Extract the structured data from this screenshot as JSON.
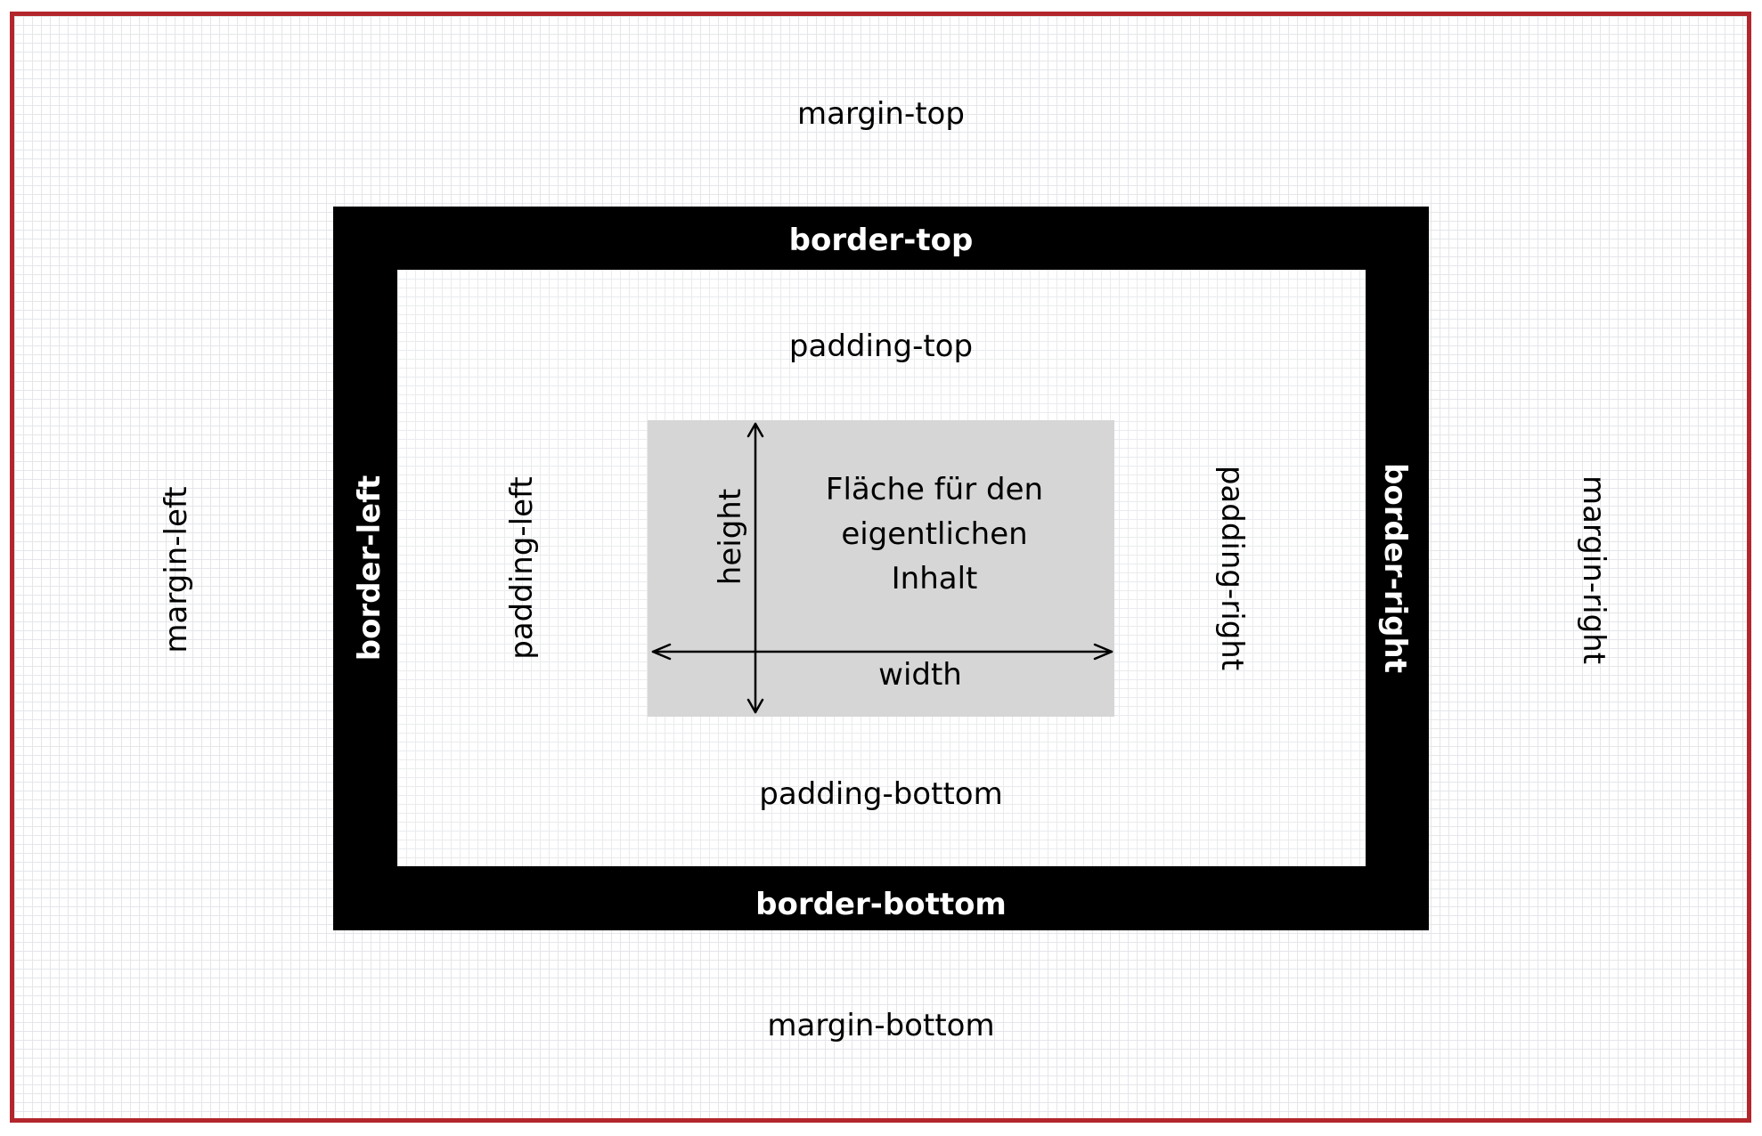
{
  "labels": {
    "margin_top": "margin-top",
    "margin_bottom": "margin-bottom",
    "margin_left": "margin-left",
    "margin_right": "margin-right",
    "border_top": "border-top",
    "border_bottom": "border-bottom",
    "border_left": "border-left",
    "border_right": "border-right",
    "padding_top": "padding-top",
    "padding_bottom": "padding-bottom",
    "padding_left": "padding-left",
    "padding_right": "padding-right",
    "height": "height",
    "width": "width"
  },
  "content": {
    "lines": [
      "Fläche für den",
      "eigentlichen",
      "Inhalt"
    ]
  },
  "colors": {
    "outer_frame": "#b3262c",
    "border": "#000000",
    "content_fill": "#d6d6d6",
    "grid": "#e4e6ea"
  }
}
